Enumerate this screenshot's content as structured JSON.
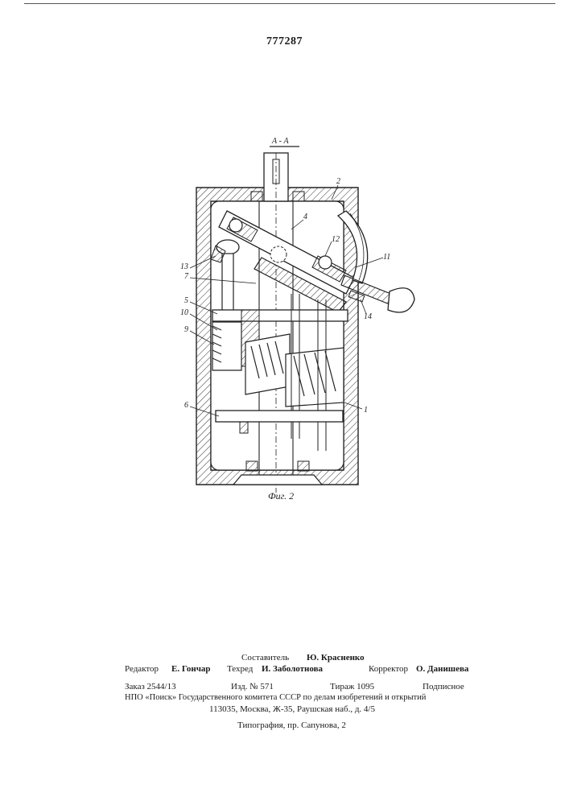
{
  "document": {
    "patent_number": "777287"
  },
  "figure": {
    "section_label": "А - А",
    "caption": "Фиг. 2",
    "part_labels": {
      "p1": "1",
      "p2": "2",
      "p4": "4",
      "p5": "5",
      "p6": "6",
      "p7": "7",
      "p9": "9",
      "p10": "10",
      "p11": "11",
      "p12": "12",
      "p13": "13",
      "p14": "14"
    }
  },
  "imprint": {
    "compiler_label": "Составитель",
    "compiler_name": "Ю. Красненко",
    "editor_label": "Редактор",
    "editor_name": "Е. Гончар",
    "techred_label": "Техред",
    "techred_name": "И. Заболотнова",
    "corrector_label": "Корректор",
    "corrector_name": "О. Данишева",
    "order": "Заказ 2544/13",
    "edition": "Изд. № 571",
    "circulation": "Тираж 1095",
    "subscription": "Подписное",
    "org_line": "НПО «Поиск» Государственного комитета СССР по делам изобретений и открытий",
    "address": "113035, Москва, Ж-35, Раушская наб., д. 4/5",
    "printer": "Типография, пр. Сапунова, 2"
  }
}
